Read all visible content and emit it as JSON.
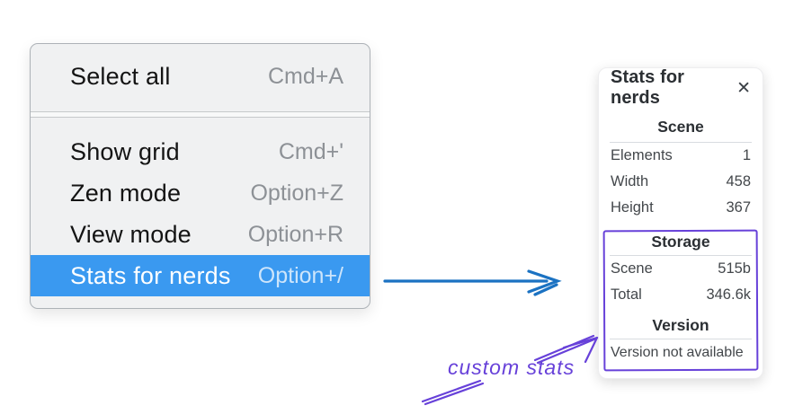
{
  "colors": {
    "menu_bg": "#f0f1f2",
    "menu_border": "#adb2b7",
    "menu_divider": "#c6c9cb",
    "menu_text": "#141414",
    "shortcut_text": "#8d9196",
    "highlight_bg": "#3a99f0",
    "highlight_text": "#ffffff",
    "highlight_shortcut": "#cde5fb",
    "panel_bg": "#ffffff",
    "panel_border": "#ededef",
    "panel_divider": "#d8dce0",
    "panel_title": "#2b2f33",
    "panel_text": "#43474b",
    "blue_arrow": "#1b72c2",
    "violet": "#6741d9"
  },
  "menu": {
    "items": [
      {
        "label": "Select all",
        "shortcut": "Cmd+A",
        "state": "normal"
      },
      {
        "label": "Show grid",
        "shortcut": "Cmd+'",
        "state": "normal"
      },
      {
        "label": "Zen mode",
        "shortcut": "Option+Z",
        "state": "normal"
      },
      {
        "label": "View mode",
        "shortcut": "Option+R",
        "state": "normal"
      },
      {
        "label": "Stats for nerds",
        "shortcut": "Option+/",
        "state": "highlighted"
      }
    ]
  },
  "panel": {
    "title": "Stats for nerds",
    "close_icon": "✕",
    "scene": {
      "heading": "Scene",
      "rows": [
        {
          "label": "Elements",
          "value": "1"
        },
        {
          "label": "Width",
          "value": "458"
        },
        {
          "label": "Height",
          "value": "367"
        }
      ]
    },
    "storage": {
      "heading": "Storage",
      "rows": [
        {
          "label": "Scene",
          "value": "515b"
        },
        {
          "label": "Total",
          "value": "346.6k"
        }
      ]
    },
    "version": {
      "heading": "Version",
      "note": "Version not available"
    }
  },
  "annotation": {
    "label": "custom stats"
  }
}
